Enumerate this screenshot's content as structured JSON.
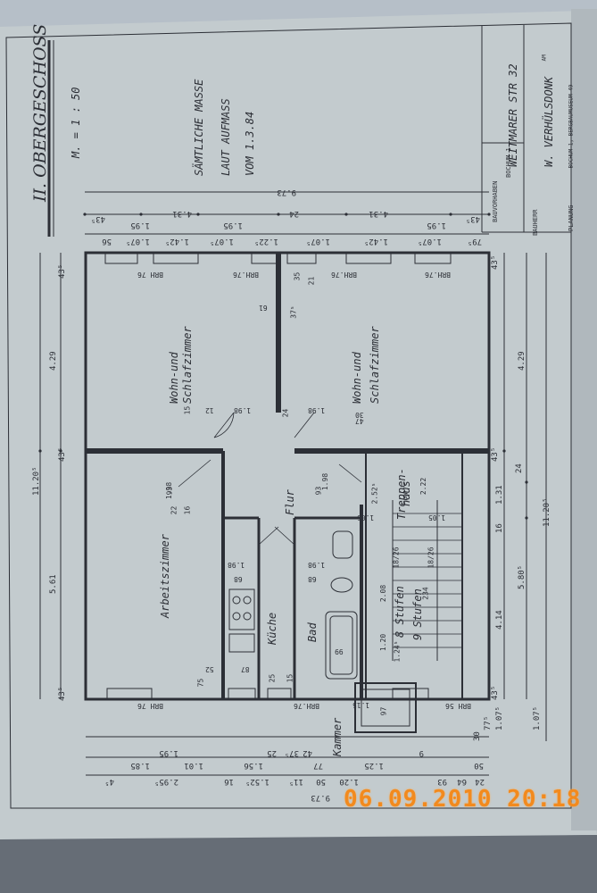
{
  "drawing": {
    "floor_title": "II. OBERGESCHOSS",
    "scale": "M. = 1 : 50",
    "note_line1": "SÄMTLICHE MASSE",
    "note_line2": "LAUT AUFMASS",
    "note_line3": "VOM 1.3.84"
  },
  "title_block": {
    "project_label": "BAUVORHABEN",
    "project_name": "WEITMARER STR 32",
    "project_city": "BOCHUM 1",
    "owner_label": "BAUHERR",
    "owner_name": "W. VERHÜLSDONK",
    "owner_am": "AM",
    "owner_address": "BOCHUM 1, BERGBAUMUSEUM 49",
    "planning_label": "PLANUNG"
  },
  "rooms": {
    "living_1_a": "Wohn-und",
    "living_1_b": "Schlafzimmer",
    "living_2_a": "Wohn-und",
    "living_2_b": "Schlafzimmer",
    "office": "Arbeitszimmer",
    "kitchen": "Küche",
    "bath": "Bad",
    "hall": "Flur",
    "store": "Kammer",
    "stair_a": "Treppen-",
    "stair_b": "haus",
    "steps_up": "8 Stufen",
    "steps_down": "9 Stufen"
  },
  "dimensions": {
    "top_total": "9.73",
    "top_4_31a": "4.31",
    "top_4_31b": "4.31",
    "top_1_95a": "1.95",
    "top_1_95b": "1.95",
    "top_1_95c": "1.95",
    "top_24": "24",
    "top_43": "43⁵",
    "top_43b": "43⁵",
    "top_row": [
      "56",
      "1.07⁵",
      "1.42⁵",
      "1.07⁵",
      "1.22⁵",
      "1.07⁵",
      "1.42⁵",
      "1.07⁵",
      "79⁵"
    ],
    "left_total": "11.20⁵",
    "left_429": "4.29",
    "left_561": "5.61",
    "left_43a": "43⁵",
    "left_43b": "43⁵",
    "left_43c": "43⁵",
    "right_total": "11.20⁵",
    "right_429": "4.29",
    "right_580": "5.80⁵",
    "right_414": "4.14",
    "right_131": "1.31",
    "right_16": "16",
    "right_24": "24",
    "right_43a": "43⁵",
    "right_43b": "43⁵",
    "right_43c": "43⁵",
    "right_77": "77⁵",
    "right_107": "1.07⁵",
    "right_107b": "1.07⁵",
    "right_30": "30",
    "bot_total": "9.73",
    "bot_row1": [
      "1.85",
      "1.01",
      "1.56",
      "77",
      "1.25",
      "50"
    ],
    "bot_row2": [
      "2.95⁵",
      "16",
      "1.52⁵",
      "11⁵",
      "50",
      "1.20",
      "93",
      "64",
      "24"
    ],
    "bot_row3": [
      "1.95",
      "25",
      "37⁵",
      "42",
      "9",
      "4⁵"
    ],
    "brh_top": [
      "BRH 76",
      "BRH.76",
      "BRH.76",
      "BRH.76"
    ],
    "brh_bottom": [
      "BRH 76",
      "BRH.76",
      "BRH 56"
    ],
    "inner": [
      "1.98",
      "1.98",
      "1.98",
      "1.98",
      "1.98",
      "1.98",
      "93",
      "93",
      "16",
      "22",
      "47",
      "30",
      "52",
      "75",
      "87",
      "25",
      "15",
      "68",
      "68",
      "99",
      "97",
      "1.15",
      "1.20",
      "1.24⁵",
      "2.08",
      "2.22",
      "2.52⁵",
      "1.05",
      "1.05",
      "18/26",
      "18/26",
      "234",
      "61",
      "37⁵",
      "12",
      "24",
      "35",
      "21",
      "15"
    ]
  },
  "timestamp": "06.09.2010  20:18",
  "colors": {
    "paper": "#c4cccf",
    "ink": "#2c2f36",
    "stamp": "#f28a1e",
    "backdrop": "#6e7580"
  }
}
